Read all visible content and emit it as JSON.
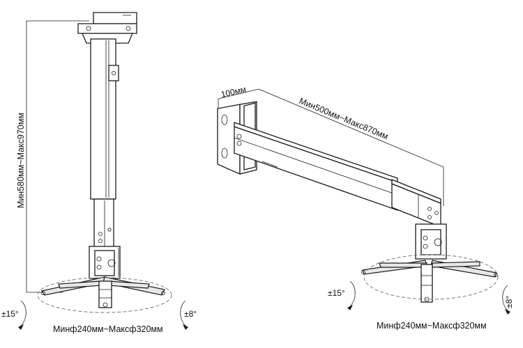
{
  "ceiling_mount": {
    "height_range": "Мин580мм~Макс970мм",
    "diameter_range": "Минф240мм~Максф320мм",
    "tilt_left": "±15°",
    "tilt_right": "±8°"
  },
  "wall_mount": {
    "offset": "100мм",
    "arm_range": "Мин500мм~Макс870мм",
    "diameter_range": "Минф240мм~Максф320мм",
    "tilt_left": "±15°",
    "tilt_right": "±8°"
  }
}
